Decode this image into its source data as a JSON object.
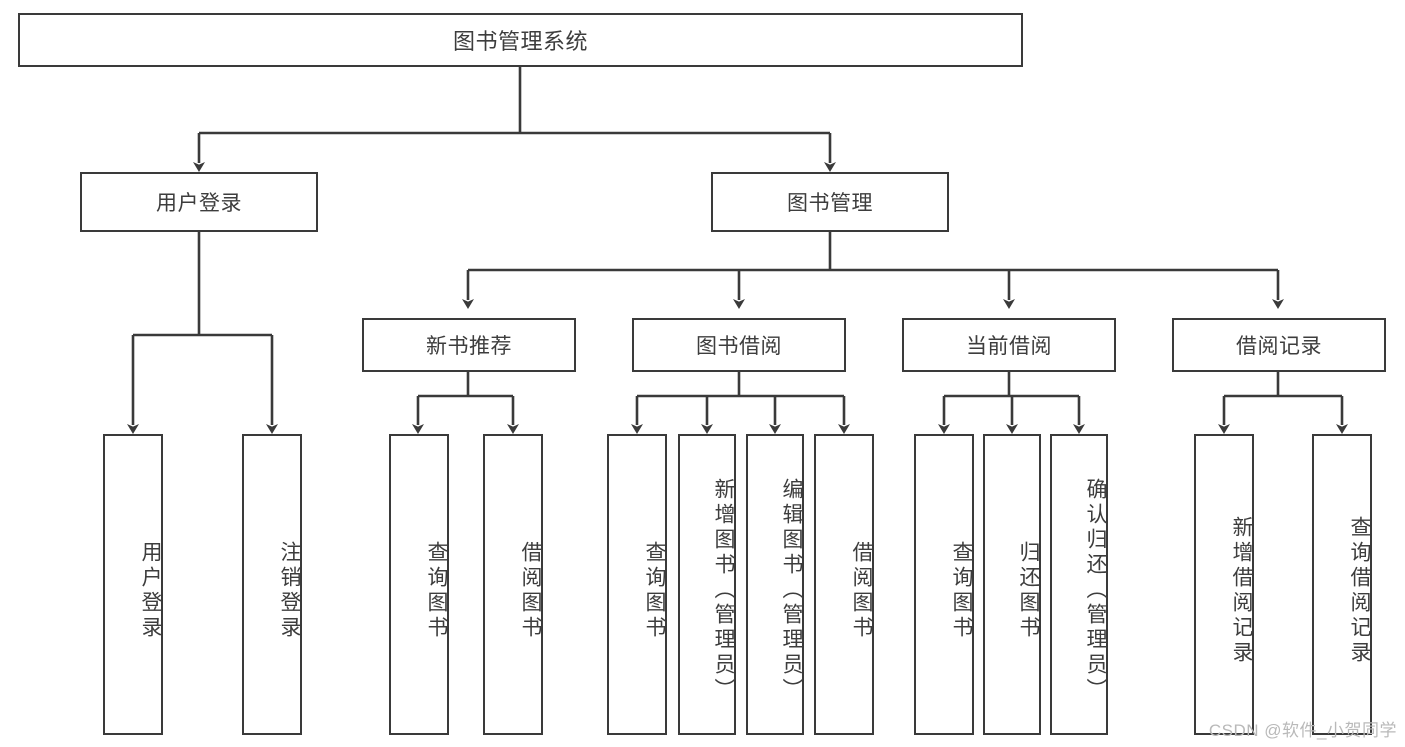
{
  "diagram": {
    "title": "图书管理系统",
    "watermark": "CSDN @软件_小贺同学",
    "colors": {
      "box_border": "#3a3a3a",
      "box_fill": "#ffffff",
      "edge": "#3a3a3a",
      "text": "#3d3d3d",
      "watermark": "#b9b9b9",
      "background": "#ffffff"
    },
    "root": {
      "label": "图书管理系统"
    },
    "level1": [
      {
        "label": "用户登录"
      },
      {
        "label": "图书管理"
      }
    ],
    "level2": [
      {
        "label": "新书推荐"
      },
      {
        "label": "图书借阅"
      },
      {
        "label": "当前借阅"
      },
      {
        "label": "借阅记录"
      }
    ],
    "leaves": {
      "user_login": [
        {
          "label": "用户登录"
        },
        {
          "label": "注销登录"
        }
      ],
      "new_book_recommend": [
        {
          "label": "查询图书"
        },
        {
          "label": "借阅图书"
        }
      ],
      "book_borrow": [
        {
          "label": "查询图书"
        },
        {
          "label": "新增图书（管理员）"
        },
        {
          "label": "编辑图书（管理员）"
        },
        {
          "label": "借阅图书"
        }
      ],
      "current_borrow": [
        {
          "label": "查询图书"
        },
        {
          "label": "归还图书"
        },
        {
          "label": "确认归还（管理员）"
        }
      ],
      "borrow_record": [
        {
          "label": "新增借阅记录"
        },
        {
          "label": "查询借阅记录"
        }
      ]
    }
  }
}
